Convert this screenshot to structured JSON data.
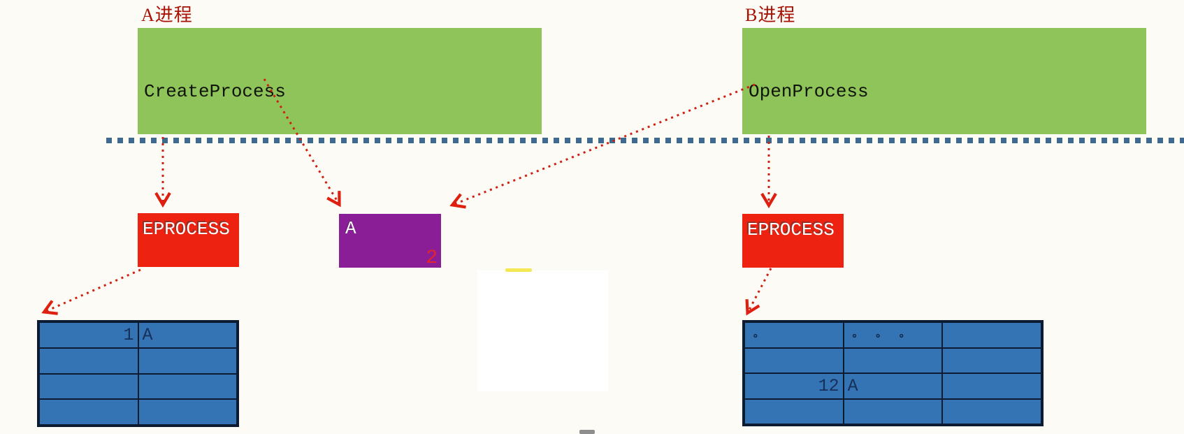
{
  "diagram": {
    "process_labels": {
      "a": "A进程",
      "b": "B进程"
    },
    "user_mode_boxes": {
      "left": {
        "api_call": "CreateProcess"
      },
      "right": {
        "api_call": "OpenProcess"
      }
    },
    "kernel_objects": {
      "eprocess_left": {
        "label": "EPROCESS"
      },
      "eprocess_right": {
        "label": "EPROCESS"
      },
      "shared_object": {
        "label": "A",
        "ref_count": "2"
      }
    },
    "handle_tables": {
      "left": {
        "row1": {
          "handle_index": "1",
          "object": "A"
        }
      },
      "right": {
        "row1": {
          "dot": "∘",
          "dots": "∘∘∘"
        },
        "row3": {
          "handle_index": "12",
          "object": "A"
        }
      }
    },
    "colors": {
      "green_box": "#8ec45a",
      "red_box": "#ee2211",
      "purple_box": "#8a1e96",
      "table_blue": "#3474b5",
      "separator_blue": "#3e6a8e",
      "arrow_red": "#cf2113",
      "label_red": "#a81205",
      "ref_count_red": "#e3232e"
    }
  }
}
